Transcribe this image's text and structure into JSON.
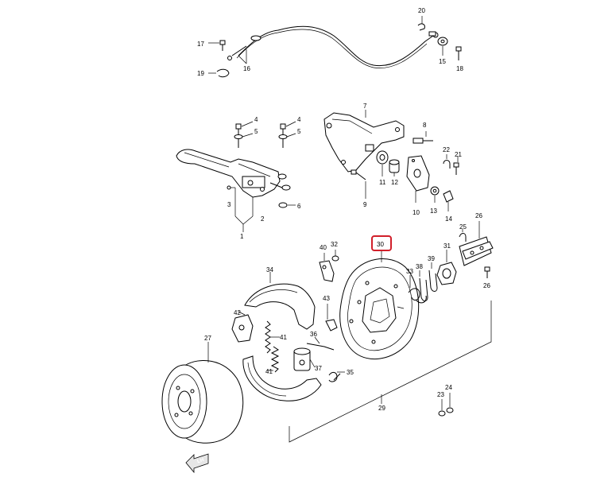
{
  "diagram": {
    "highlight_color": "#d11f2a",
    "part_numbers": [
      "1",
      "2",
      "3",
      "4",
      "5",
      "6",
      "7",
      "8",
      "9",
      "10",
      "11",
      "12",
      "13",
      "14",
      "15",
      "16",
      "17",
      "18",
      "19",
      "20",
      "21",
      "22",
      "23",
      "24",
      "25",
      "26",
      "26",
      "27",
      "29",
      "30",
      "31",
      "32",
      "33",
      "34",
      "35",
      "36",
      "37",
      "38",
      "39",
      "40",
      "41",
      "41",
      "42",
      "43"
    ],
    "highlighted_part": "30",
    "direction_marker": "LH",
    "icons": [
      "direction-arrow-icon"
    ]
  }
}
